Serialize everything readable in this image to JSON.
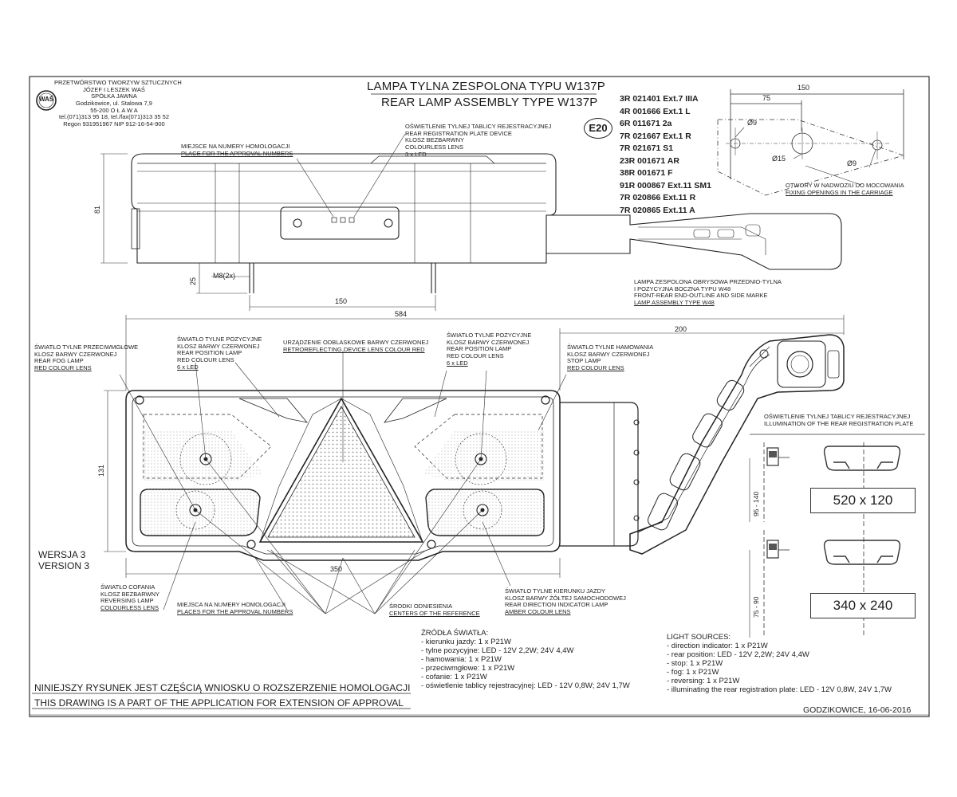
{
  "company": {
    "lines": [
      "PRZETWÓRSTWO TWORZYW SZTUCZNYCH",
      "JÓZEF I LESZEK WAŚ",
      "SPÓŁKA JAWNA",
      "Godzikowice, ul. Stalowa 7,9",
      "55-200   O Ł A W A",
      "tel.(071)313 95 18, tel./fax(071)313 35 52",
      "Regon 931951967 NIP 912-16-54-900"
    ],
    "logo_text": "WAŚ"
  },
  "title": {
    "pl": "LAMPA TYLNA ZESPOLONA TYPU W137P",
    "en": "REAR LAMP ASSEMBLY TYPE W137P"
  },
  "approval_mark": "E20",
  "approval_numbers": [
    "3R 021401 Ext.7 IIIA",
    "4R 001666 Ext.1 L",
    "6R 011671 2a",
    "7R 021667 Ext.1 R",
    "7R 021671 S1",
    "23R 001671 AR",
    "38R 001671 F",
    "91R 000867 Ext.11 SM1",
    "7R 020866 Ext.11 R",
    "7R 020865 Ext.11 A"
  ],
  "top_view_labels": {
    "plate_light": [
      "OŚWIETLENIE TYLNEJ TABLICY REJESTRACYJNEJ",
      "REAR REGISTRATION PLATE DEVICE",
      "KLOSZ BEZBARWNY",
      "COLOURLESS LENS",
      "3 x LED"
    ],
    "approval_place": [
      "MIEJSCE NA NUMERY HOMOLOGACJI",
      "PLACE FOR THE APPROVAL NUMBERS"
    ]
  },
  "mounting": {
    "label": [
      "OTWORY W NADWOZIU DO MOCOWANIA",
      "FIXING OPENINGS IN THE CARRIAGE"
    ],
    "dims": {
      "total": "150",
      "half": "75",
      "hole_small_1": "Ø9",
      "hole_mid": "Ø15",
      "hole_small_2": "Ø9"
    }
  },
  "top_dims": {
    "height": "81",
    "stud": "M8(2x)",
    "stud_len": "25",
    "stud_spacing": "150"
  },
  "front_dims": {
    "width": "584",
    "arm": "200",
    "height": "131",
    "ref": "350"
  },
  "side_marker": [
    "LAMPA ZESPOLONA OBRYSOWA PRZEDNIO-TYLNA",
    "I POZYCYJNA BOCZNA TYPU W48",
    "FRONT-REAR END-OUTLINE AND SIDE MARKE",
    "LAMP ASSEMBLY TYPE W48"
  ],
  "front_labels": {
    "fog": [
      "ŚWIATŁO TYLNE PRZECIWMGŁOWE",
      "KLOSZ BARWY CZERWONEJ",
      "REAR FOG LAMP",
      "RED COLOUR LENS"
    ],
    "position_left": [
      "ŚWIATŁO TYLNE POZYCYJNE",
      "KLOSZ BARWY CZERWONEJ",
      "REAR POSITION LAMP",
      "RED COLOUR LENS",
      "6 x LED"
    ],
    "retro": [
      "URZĄDZENIE ODBLASKOWE BARWY CZERWONEJ",
      "RETROREFLECTING DEVICE LENS COLOUR RED"
    ],
    "position_right": [
      "ŚWIATŁO TYLNE POZYCYJNE",
      "KLOSZ BARWY CZERWONEJ",
      "REAR POSITION LAMP",
      "RED COLOUR LENS",
      "6 x LED"
    ],
    "stop": [
      "ŚWIATŁO TYLNE  HAMOWANIA",
      "KLOSZ BARWY CZERWONEJ",
      "STOP LAMP",
      "RED COLOUR LENS"
    ],
    "reversing": [
      "ŚWIATŁO COFANIA",
      "KLOSZ BEZBARWNY",
      "REVERSING LAMP",
      "COLOURLESS LENS"
    ],
    "approval_place": [
      "MIEJSCA NA NUMERY HOMOLOGACJI",
      "PLACES FOR THE APPROVAL NUMBERS"
    ],
    "reference": [
      "ŚRODKI ODNIESIENIA",
      "CENTERS OF THE REFERENCE"
    ],
    "indicator": [
      "ŚWIATŁO TYLNE KIERUNKU JAZDY",
      "KLOSZ BARWY ŻÓŁTEJ SAMOCHODOWEJ",
      "REAR DIRECTION INDICATOR LAMP",
      "AMBER COLOUR LENS"
    ]
  },
  "version": [
    "WERSJA 3",
    "VERSION 3"
  ],
  "plate_illumination": {
    "title": [
      "OŚWIETLENIE TYLNEJ TABLICY REJESTRACYJNEJ",
      "ILLUMINATION OF THE REAR REGISTRATION PLATE"
    ],
    "size_1": "520 x 120",
    "range_1": "95 - 140",
    "size_2": "340 x 240",
    "range_2": "75 - 90"
  },
  "sources_pl": {
    "title": "ŹRÓDŁA ŚWIATŁA:",
    "lines": [
      "- kierunku jazdy: 1 x P21W",
      "- tylne pozycyjne: LED - 12V 2,2W;   24V 4,4W",
      "- hamowania: 1 x P21W",
      "- przeciwmgłowe: 1 x P21W",
      "- cofanie:  1 x P21W",
      "- oświetlenie tablicy rejestracyjnej: LED - 12V 0,8W;  24V 1,7W"
    ]
  },
  "sources_en": {
    "title": "LIGHT SOURCES:",
    "lines": [
      "- direction indicator: 1 x P21W",
      "- rear position: LED - 12V 2,2W;   24V 4,4W",
      "- stop: 1 x P21W",
      "- fog: 1 x P21W",
      "- reversing: 1 x P21W",
      "- illuminating the rear registration plate: LED - 12V 0,8W,  24V 1,7W"
    ]
  },
  "footer": {
    "pl": "NINIEJSZY RYSUNEK JEST CZĘŚCIĄ  WNIOSKU O  ROZSZERZENIE HOMOLOGACJI",
    "en": "THIS DRAWING IS A PART OF THE APPLICATION FOR EXTENSION OF  APPROVAL",
    "date": "GODZIKOWICE,  16-06-2016"
  },
  "colors": {
    "ink": "#1e1e1e",
    "paper": "#ffffff",
    "hatch": "#9a9a9a"
  }
}
